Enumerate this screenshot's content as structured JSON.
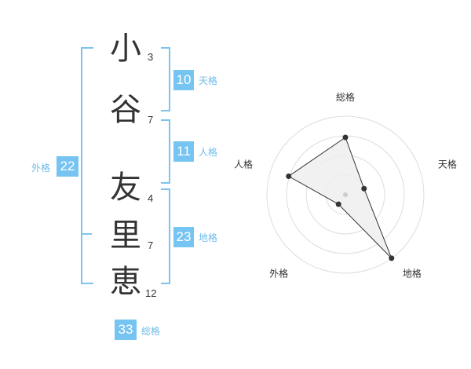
{
  "name": {
    "chars": [
      {
        "char": "小",
        "strokes": "3"
      },
      {
        "char": "谷",
        "strokes": "7"
      },
      {
        "char": "友",
        "strokes": "4"
      },
      {
        "char": "里",
        "strokes": "7"
      },
      {
        "char": "恵",
        "strokes": "12"
      }
    ]
  },
  "kakusu": {
    "tenkaku": {
      "value": "10",
      "label": "天格"
    },
    "jinkaku": {
      "value": "11",
      "label": "人格"
    },
    "chikaku": {
      "value": "23",
      "label": "地格"
    },
    "gaikaku": {
      "value": "22",
      "label": "外格"
    },
    "soukaku": {
      "value": "33",
      "label": "総格"
    }
  },
  "colors": {
    "accent": "#76c4f1",
    "bracket": "#7cc4ee",
    "radar_fill": "#eeeeee",
    "radar_line": "#333333"
  },
  "chart_data": {
    "type": "radar",
    "axes": [
      "総格",
      "天格",
      "地格",
      "外格",
      "人格"
    ],
    "values": [
      0.73,
      0.25,
      1.0,
      0.15,
      0.76
    ],
    "range": [
      0,
      1
    ],
    "rings": 4,
    "grid": true
  }
}
